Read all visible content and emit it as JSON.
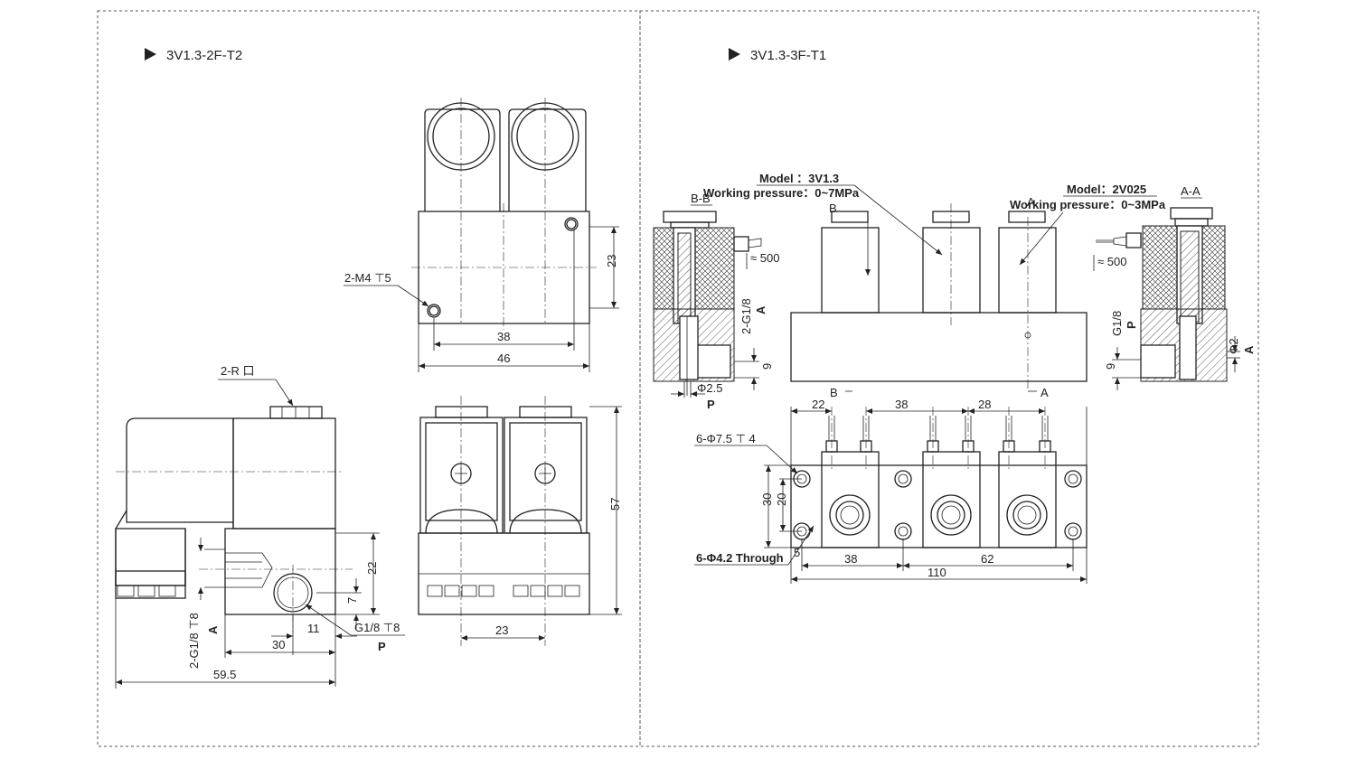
{
  "left_panel": {
    "title": "3V1.3-2F-T2",
    "labels": {
      "m4": "2-M4 ⊤5",
      "r_port": "2-R 口",
      "g18_p": "G1/8 ⊤8",
      "p": "P",
      "g18_a": "2-G1/8 ⊤8",
      "a": "A"
    },
    "dims": {
      "d23": "23",
      "d38": "38",
      "d46": "46",
      "d57": "57",
      "d23b": "23",
      "d22": "22",
      "d7": "7",
      "d11": "11",
      "d30": "30",
      "d595": "59.5"
    }
  },
  "right_panel": {
    "title": "3V1.3-3F-T1",
    "labels": {
      "bb": "B-B",
      "aa": "A-A",
      "model1": "Model ：3V1.3",
      "pressure1": "Working pressure：0~7MPa",
      "model2": "Model：2V025",
      "pressure2": "Working pressure：0~3MPa",
      "wire1": "≈ 500",
      "wire2": "≈ 500",
      "g18_left": "2-G1/8",
      "a_left": "A",
      "d9_left": "9",
      "phi25": "Φ2.5",
      "p_left": "P",
      "g18_right": "G1/8",
      "p_right": "P",
      "d9_right": "9",
      "phi2": "Φ2",
      "a_right": "A",
      "sec_b_top": "B",
      "sec_a_top": "A",
      "sec_b_bot": "B",
      "sec_a_bot": "A",
      "holes75": "6-Φ7.5 ⊤ 4",
      "holes42": "6-Φ4.2 Through"
    },
    "dims": {
      "d22": "22",
      "d38": "38",
      "d28": "28",
      "d30": "30",
      "d20": "20",
      "d5": "5",
      "d38b": "38",
      "d62": "62",
      "d110": "110"
    }
  }
}
